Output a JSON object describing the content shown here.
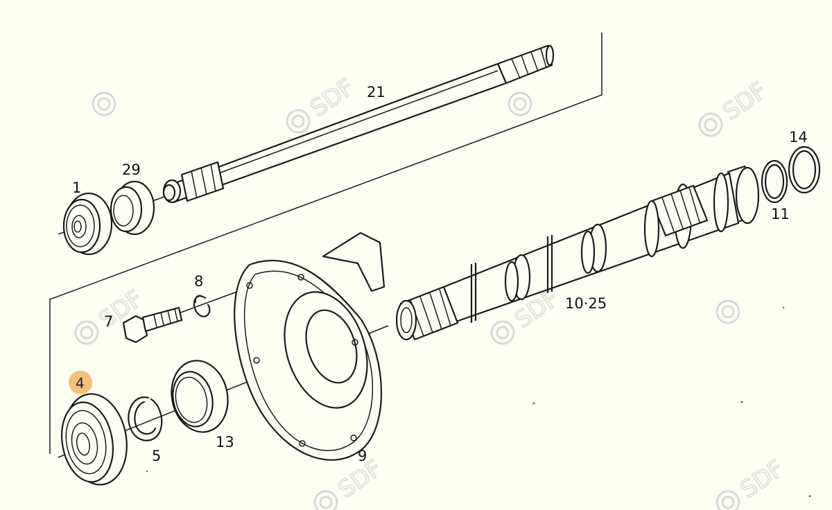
{
  "watermark": "SDF",
  "highlight_color": "#f5b562",
  "highlighted_callout": "4",
  "callouts": {
    "c1": "1",
    "c29": "29",
    "c21": "21",
    "c14": "14",
    "c11": "11",
    "c8": "8",
    "c7": "7",
    "c1025": "10·25",
    "c4": "4",
    "c5": "5",
    "c13": "13",
    "c9": "9"
  }
}
